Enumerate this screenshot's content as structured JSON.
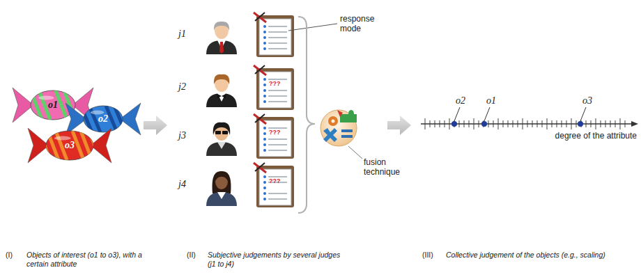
{
  "diagram": {
    "nodes": [
      {
        "text": [
          "o1"
        ]
      },
      {
        "text": [
          "o2"
        ]
      },
      {
        "text": [
          "o3"
        ]
      }
    ],
    "labels": [
      "j1",
      "j2",
      "j3",
      "j4",
      "???",
      "???",
      "???",
      "response mode",
      "fusion technique",
      "o2",
      "o1",
      "o3",
      "degree of the attribute",
      "(I)",
      "Objects of interest (o1 to o3), with a certain attribute",
      "(II)",
      "Subjective judgements by several judges (j1 to j4)",
      "(III)",
      "Collective judgement of the objects (e.g., scaling)"
    ]
  }
}
